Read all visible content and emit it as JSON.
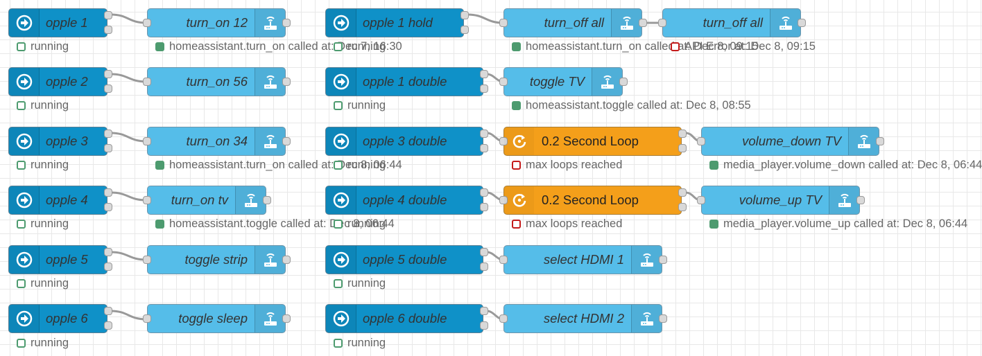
{
  "colors": {
    "inject_node": "#0f91c8",
    "call_service_node": "#55bde9",
    "loop_node": "#f49f1a",
    "wire": "#999999",
    "status_green": "#4d9b6f",
    "status_red": "#c41b1b",
    "grid": "#e8e8e8"
  },
  "icons": {
    "inject": "arrow-circle-right-icon",
    "call_service": "router-wifi-icon",
    "loop": "loop-arrow-icon"
  },
  "flow": {
    "opple_1": {
      "label": "opple 1",
      "status": "running"
    },
    "opple_2": {
      "label": "opple 2",
      "status": "running"
    },
    "opple_3": {
      "label": "opple 3",
      "status": "running"
    },
    "opple_4": {
      "label": "opple 4",
      "status": "running"
    },
    "opple_5": {
      "label": "opple 5",
      "status": "running"
    },
    "opple_6": {
      "label": "opple 6",
      "status": "running"
    },
    "turn_on_12": {
      "label": "turn_on 12",
      "status": "homeassistant.turn_on called at: Dec 7, 16:30"
    },
    "turn_on_56": {
      "label": "turn_on 56"
    },
    "turn_on_34": {
      "label": "turn_on 34",
      "status": "homeassistant.turn_on called at: Dec 8, 06:44"
    },
    "turn_on_tv": {
      "label": "turn_on tv",
      "status": "homeassistant.toggle called at: Dec 8, 06:44"
    },
    "toggle_strip": {
      "label": "toggle strip"
    },
    "toggle_sleep": {
      "label": "toggle sleep"
    },
    "opple_1_hold": {
      "label": "opple 1 hold",
      "status": "running"
    },
    "opple_1_double": {
      "label": "opple 1 double",
      "status": "running"
    },
    "opple_3_double": {
      "label": "opple 3 double",
      "status": "running"
    },
    "opple_4_double": {
      "label": "opple 4 double",
      "status": "running"
    },
    "opple_5_double": {
      "label": "opple 5 double",
      "status": "running"
    },
    "opple_6_double": {
      "label": "opple 6 double",
      "status": "running"
    },
    "turn_off_all_1": {
      "label": "turn_off all",
      "status": "homeassistant.turn_on called at: Dec 8, 09:15"
    },
    "turn_off_all_2": {
      "label": "turn_off all",
      "status": "API Error at: Dec 8, 09:15"
    },
    "toggle_tv": {
      "label": "toggle TV",
      "status": "homeassistant.toggle called at: Dec 8, 08:55"
    },
    "loop_1": {
      "label": "0.2 Second Loop",
      "status": "max loops reached"
    },
    "loop_2": {
      "label": "0.2 Second Loop",
      "status": "max loops reached"
    },
    "volume_down_tv": {
      "label": "volume_down TV",
      "status": "media_player.volume_down called at: Dec 8, 06:44"
    },
    "volume_up_tv": {
      "label": "volume_up TV",
      "status": "media_player.volume_up called at: Dec 8, 06:44"
    },
    "select_hdmi_1": {
      "label": "select HDMI 1"
    },
    "select_hdmi_2": {
      "label": "select HDMI 2"
    }
  }
}
